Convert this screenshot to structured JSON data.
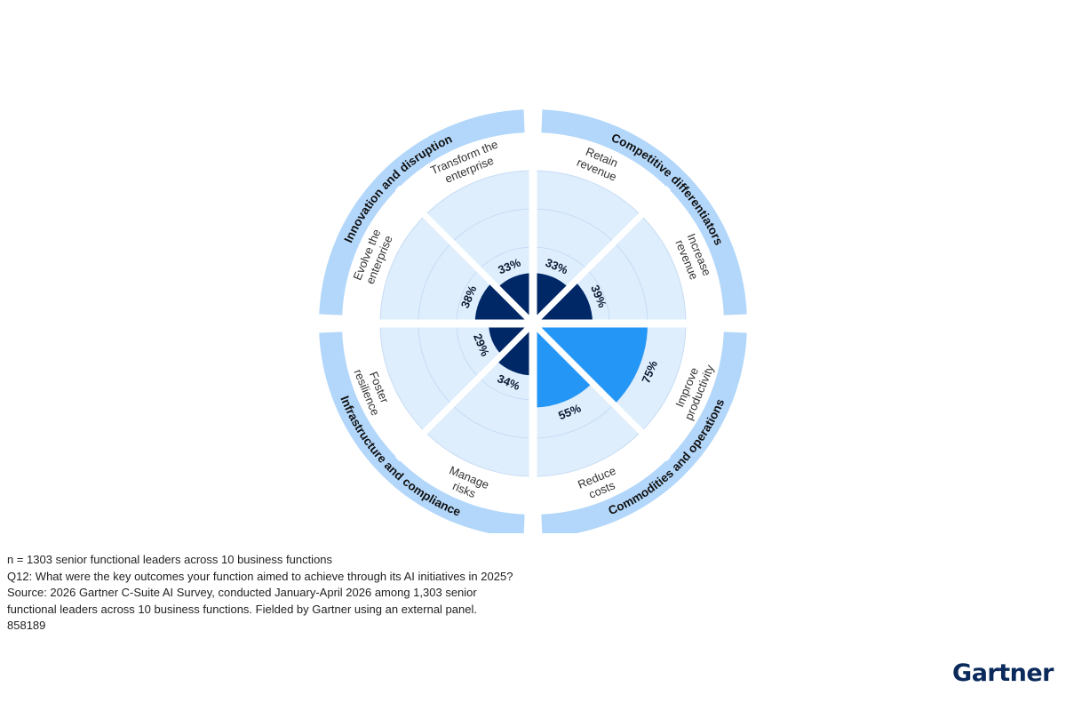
{
  "chart_data": {
    "type": "polar-bar",
    "axis_max_percent": 100,
    "grid": true,
    "segments": [
      {
        "category": "Retain revenue",
        "value": 33,
        "label": "33%",
        "group": "Competitive differentiators",
        "highlight": false,
        "label_lines": [
          "Retain",
          "revenue"
        ]
      },
      {
        "category": "Increase revenue",
        "value": 39,
        "label": "39%",
        "group": "Competitive differentiators",
        "highlight": false,
        "label_lines": [
          "Increase",
          "revenue"
        ]
      },
      {
        "category": "Improve productivity",
        "value": 75,
        "label": "75%",
        "group": "Commodities and operations",
        "highlight": true,
        "label_lines": [
          "Improve",
          "productivity"
        ]
      },
      {
        "category": "Reduce costs",
        "value": 55,
        "label": "55%",
        "group": "Commodities and operations",
        "highlight": true,
        "label_lines": [
          "Reduce",
          "costs"
        ]
      },
      {
        "category": "Manage risks",
        "value": 34,
        "label": "34%",
        "group": "Infrastructure and compliance",
        "highlight": false,
        "label_lines": [
          "Manage",
          "risks"
        ]
      },
      {
        "category": "Foster resilience",
        "value": 29,
        "label": "29%",
        "group": "Infrastructure and compliance",
        "highlight": false,
        "label_lines": [
          "Foster",
          "resilience"
        ]
      },
      {
        "category": "Evolve the enterprise",
        "value": 38,
        "label": "38%",
        "group": "Innovation and disruption",
        "highlight": false,
        "label_lines": [
          "Evolve the",
          "enterprise"
        ]
      },
      {
        "category": "Transform the enterprise",
        "value": 33,
        "label": "33%",
        "group": "Innovation and disruption",
        "highlight": false,
        "label_lines": [
          "Transform the",
          "enterprise"
        ]
      }
    ],
    "groups": [
      "Competitive differentiators",
      "Commodities and operations",
      "Infrastructure and compliance",
      "Innovation and disruption"
    ],
    "colors": {
      "bar": "#002766",
      "bar_highlight": "#2496f5",
      "panel": "#deeefd",
      "grid": "#c7dcf3",
      "ring": "#b3d7fa",
      "divider": "#ffffff",
      "text": "#333333"
    }
  },
  "footnotes": {
    "sample": "n = 1303 senior functional leaders across 10 business functions",
    "question": "Q12: What were the key outcomes your function aimed to achieve through its AI initiatives in 2025?",
    "source_line1": "Source: 2026 Gartner C-Suite AI Survey, conducted January-April 2026 among 1,303 senior",
    "source_line2": "functional leaders across 10 business functions. Fielded by Gartner using an external panel.",
    "id": "858189"
  },
  "brand": {
    "name": "Gartner"
  }
}
